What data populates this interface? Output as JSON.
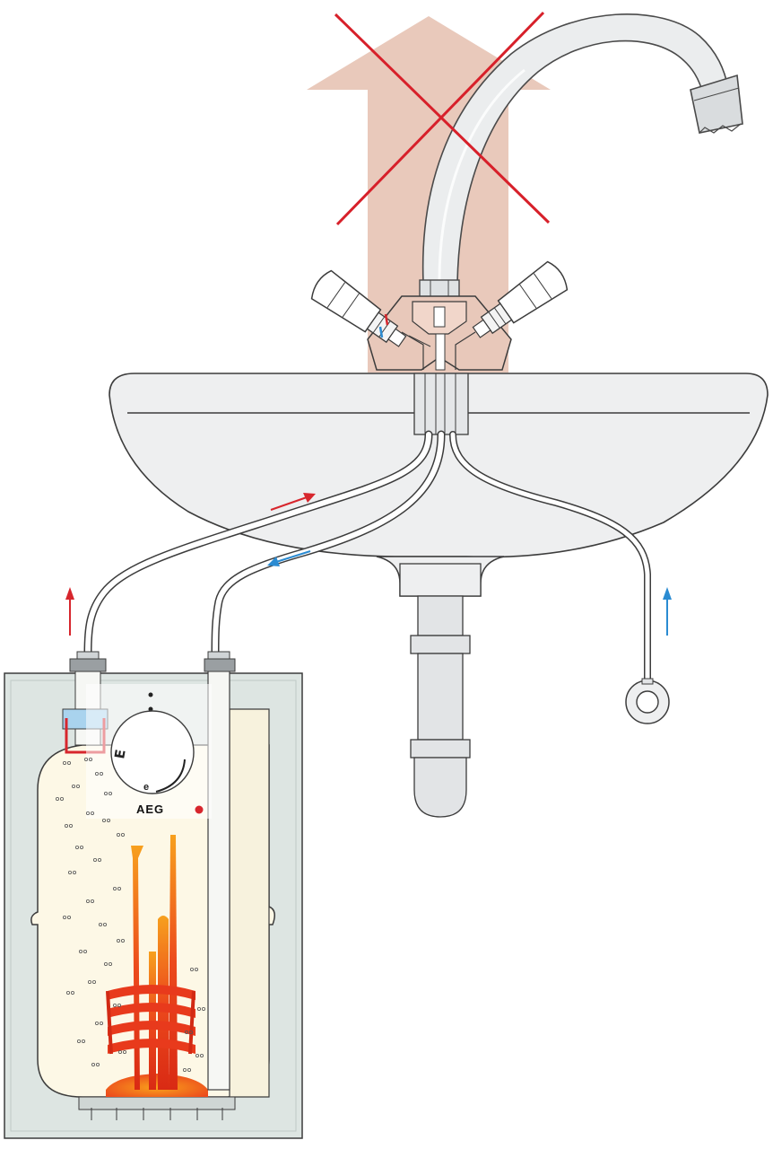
{
  "heater": {
    "brand": "AEG",
    "dial_letter": "E",
    "dial_letter_small": "e"
  },
  "colors": {
    "hot": "#d7262d",
    "cold": "#2a8bd2",
    "forbidden_arrow": "#e8c6b8",
    "cross": "#d7202a",
    "heater_housing": "#dde5e2",
    "tank": "#fdf8e6",
    "element": "#e83a1c"
  },
  "icons": {
    "forbidden_cross": "x-mark",
    "flow_arrows": [
      "hot-out-arrow",
      "hot-up-arrow",
      "return-arrow",
      "cold-in-arrow"
    ]
  }
}
